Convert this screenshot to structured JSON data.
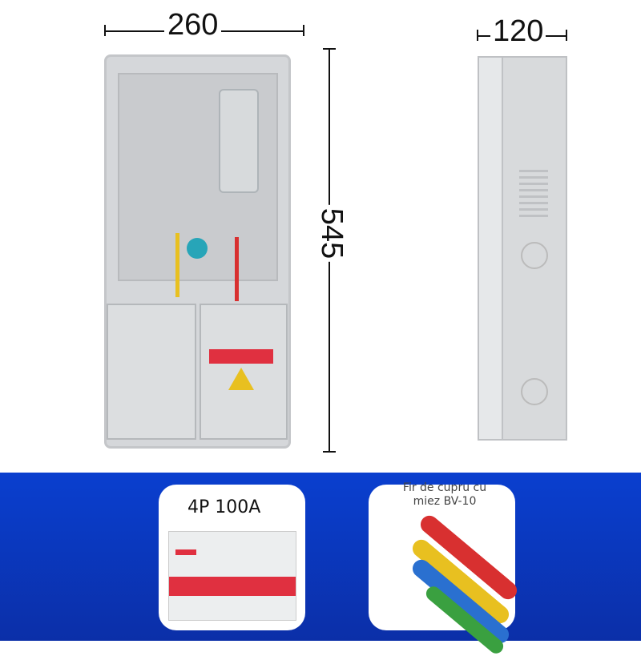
{
  "dimensions": {
    "width": "260",
    "height": "545",
    "depth": "120"
  },
  "cards": [
    {
      "label": "4P 100A"
    },
    {
      "label": "Fir de cupru cu miez BV-10"
    }
  ],
  "colors": {
    "band": "#0b3cc4",
    "box": "#d8d9db",
    "breaker_red": "#e03040"
  }
}
